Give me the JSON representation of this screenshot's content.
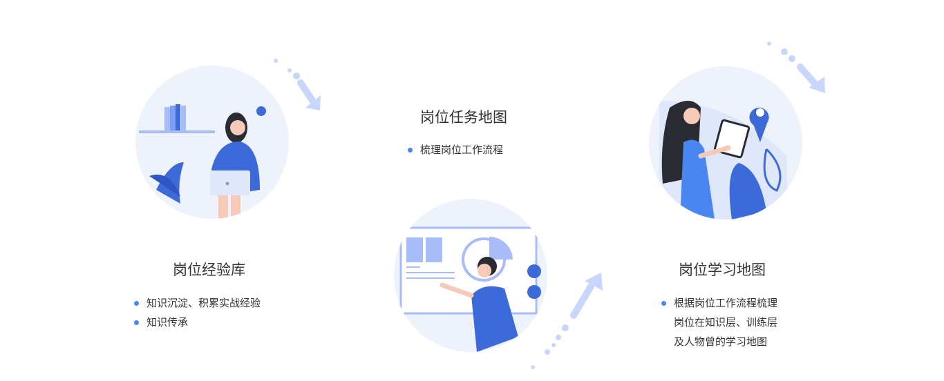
{
  "sections": [
    {
      "title": "岗位经验库",
      "items": [
        "知识沉淀、积累实战经验",
        "知识传承"
      ]
    },
    {
      "title": "岗位任务地图",
      "items": [
        "梳理岗位工作流程"
      ]
    },
    {
      "title": "岗位学习地图",
      "items": [
        "根据岗位工作流程梳理",
        "岗位在知识层、训练层",
        "及人物曾的学习地图"
      ]
    }
  ],
  "colors": {
    "accent": "#4a86f0",
    "circle": "#eef2fb",
    "arrow": "#c9d6fb"
  }
}
